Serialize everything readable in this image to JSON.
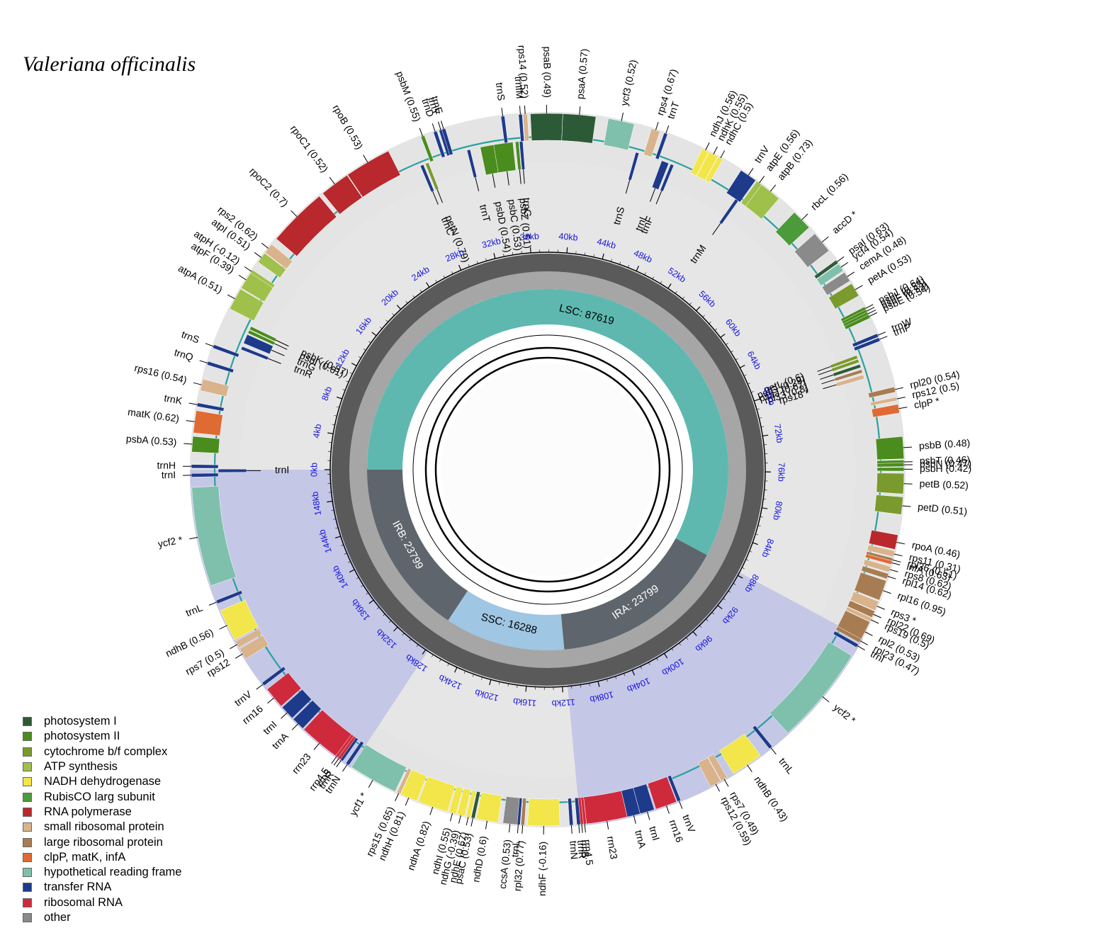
{
  "title": "Valeriana officinalis",
  "regions": {
    "lsc": {
      "label": "LSC: 87619",
      "start": 0,
      "length": 87619
    },
    "ira": {
      "label": "IRA: 23799",
      "start": 87619,
      "length": 23799
    },
    "ssc": {
      "label": "SSC: 16288",
      "start": 111418,
      "length": 16288
    },
    "irb": {
      "label": "IRB: 23799",
      "start": 127706,
      "length": 23799
    }
  },
  "genome_length": 151505,
  "ticks": [
    "0kb",
    "4kb",
    "8kb",
    "12kb",
    "16kb",
    "20kb",
    "24kb",
    "28kb",
    "32kb",
    "36kb",
    "40kb",
    "44kb",
    "48kb",
    "52kb",
    "56kb",
    "60kb",
    "64kb",
    "68kb",
    "72kb",
    "76kb",
    "80kb",
    "84kb",
    "88kb",
    "92kb",
    "96kb",
    "100kb",
    "104kb",
    "108kb",
    "112kb",
    "116kb",
    "120kb",
    "124kb",
    "128kb",
    "132kb",
    "136kb",
    "140kb",
    "144kb",
    "148kb"
  ],
  "colors": {
    "photosystem I": "#2d5a36",
    "photosystem II": "#4a8c1e",
    "cytochrome b/f complex": "#7a9a2e",
    "ATP synthesis": "#9fc04a",
    "NADH dehydrogenase": "#f2e64a",
    "RubisCO larg subunit": "#4c9a3a",
    "RNA polymerase": "#b8282c",
    "small ribosomal protein": "#d8b38c",
    "large ribosomal protein": "#a87c52",
    "clpP, matK, infA": "#e06a34",
    "hypothetical reading frame": "#7fc0ac",
    "transfer RNA": "#1e3a8a",
    "ribosomal RNA": "#cf2a3c",
    "other": "#8a8a8a"
  },
  "legend": [
    "photosystem I",
    "photosystem II",
    "cytochrome b/f complex",
    "ATP synthesis",
    "NADH dehydrogenase",
    "RubisCO larg subunit",
    "RNA polymerase",
    "small ribosomal protein",
    "large ribosomal protein",
    "clpP, matK, infA",
    "hypothetical reading frame",
    "transfer RNA",
    "ribosomal RNA",
    "other"
  ],
  "genes_outer": [
    {
      "label": "psbA (0.53)",
      "cat": "photosystem II",
      "pos": 1200,
      "len": 1060
    },
    {
      "label": "trnH",
      "cat": "transfer RNA",
      "pos": 100,
      "len": 75
    },
    {
      "label": "matK (0.62)",
      "cat": "clpP, matK, infA",
      "pos": 2500,
      "len": 1520
    },
    {
      "label": "trnK",
      "cat": "transfer RNA",
      "pos": 4300,
      "len": 80
    },
    {
      "label": "rps16 (0.54)",
      "cat": "small ribosomal protein",
      "pos": 5400,
      "len": 800
    },
    {
      "label": "trnQ",
      "cat": "transfer RNA",
      "pos": 7200,
      "len": 72
    },
    {
      "label": "trnS",
      "cat": "transfer RNA",
      "pos": 8400,
      "len": 88
    },
    {
      "label": "atpA (0.51)",
      "cat": "ATP synthesis",
      "pos": 11300,
      "len": 1520
    },
    {
      "label": "atpF (0.39)",
      "cat": "ATP synthesis",
      "pos": 12900,
      "len": 1300
    },
    {
      "label": "atpH (-0.12)",
      "cat": "ATP synthesis",
      "pos": 14100,
      "len": 250
    },
    {
      "label": "atpI (0.51)",
      "cat": "ATP synthesis",
      "pos": 15000,
      "len": 750
    },
    {
      "label": "rps2 (0.62)",
      "cat": "small ribosomal protein",
      "pos": 15800,
      "len": 710
    },
    {
      "label": "rpoC2 (0.7)",
      "cat": "RNA polymerase",
      "pos": 17000,
      "len": 4100
    },
    {
      "label": "rpoC1 (0.52)",
      "cat": "RNA polymerase",
      "pos": 21400,
      "len": 2050
    },
    {
      "label": "rpoB (0.53)",
      "cat": "RNA polymerase",
      "pos": 23500,
      "len": 3200
    },
    {
      "label": "psbM (0.55)",
      "cat": "photosystem II",
      "pos": 29100,
      "len": 105
    },
    {
      "label": "trnD",
      "cat": "transfer RNA",
      "pos": 30000,
      "len": 74
    },
    {
      "label": "trnY",
      "cat": "transfer RNA",
      "pos": 30400,
      "len": 84
    },
    {
      "label": "trnE",
      "cat": "transfer RNA",
      "pos": 30600,
      "len": 73
    },
    {
      "label": "trnS",
      "cat": "transfer RNA",
      "pos": 34700,
      "len": 90
    },
    {
      "label": "trnfM",
      "cat": "transfer RNA",
      "pos": 35900,
      "len": 74
    },
    {
      "label": "rps14 (0.52)",
      "cat": "small ribosomal protein",
      "pos": 36200,
      "len": 300
    },
    {
      "label": "psaB (0.49)",
      "cat": "photosystem I",
      "pos": 36700,
      "len": 2200
    },
    {
      "label": "psaA (0.57)",
      "cat": "photosystem I",
      "pos": 38900,
      "len": 2250
    },
    {
      "label": "ycf3 (0.52)",
      "cat": "hypothetical reading frame",
      "pos": 42000,
      "len": 1800
    },
    {
      "label": "rps4 (0.67)",
      "cat": "small ribosomal protein",
      "pos": 45000,
      "len": 600
    },
    {
      "label": "trnT",
      "cat": "transfer RNA",
      "pos": 45900,
      "len": 73
    },
    {
      "label": "ndhJ (0.56)",
      "cat": "NADH dehydrogenase",
      "pos": 48700,
      "len": 480
    },
    {
      "label": "ndhK (0.55)",
      "cat": "NADH dehydrogenase",
      "pos": 49200,
      "len": 680
    },
    {
      "label": "ndhC (0.5)",
      "cat": "NADH dehydrogenase",
      "pos": 49900,
      "len": 360
    },
    {
      "label": "trnV",
      "cat": "transfer RNA",
      "pos": 51700,
      "len": 1200
    },
    {
      "label": "atpE (0.56)",
      "cat": "ATP synthesis",
      "pos": 53000,
      "len": 400
    },
    {
      "label": "atpB (0.73)",
      "cat": "ATP synthesis",
      "pos": 53400,
      "len": 1500
    },
    {
      "label": "rbcL (0.56)",
      "cat": "RubisCO larg subunit",
      "pos": 56300,
      "len": 1430
    },
    {
      "label": "accD *",
      "cat": "other",
      "pos": 58300,
      "len": 1500
    },
    {
      "label": "psaI (0.63)",
      "cat": "photosystem I",
      "pos": 60600,
      "len": 110
    },
    {
      "label": "ycf4 (0.54)",
      "cat": "hypothetical reading frame",
      "pos": 60900,
      "len": 560
    },
    {
      "label": "cemA (0.48)",
      "cat": "other",
      "pos": 61600,
      "len": 690
    },
    {
      "label": "petA (0.53)",
      "cat": "cytochrome b/f complex",
      "pos": 62500,
      "len": 960
    },
    {
      "label": "psbJ (0.64)",
      "cat": "photosystem II",
      "pos": 64300,
      "len": 120
    },
    {
      "label": "psbL (0.55)",
      "cat": "photosystem II",
      "pos": 64500,
      "len": 120
    },
    {
      "label": "psbF (0.52)",
      "cat": "photosystem II",
      "pos": 64700,
      "len": 120
    },
    {
      "label": "psbE (0.54)",
      "cat": "photosystem II",
      "pos": 64900,
      "len": 250
    },
    {
      "label": "trnW",
      "cat": "transfer RNA",
      "pos": 66300,
      "len": 74
    },
    {
      "label": "trnP",
      "cat": "transfer RNA",
      "pos": 66600,
      "len": 74
    },
    {
      "label": "rpl20 (0.54)",
      "cat": "large ribosomal protein",
      "pos": 70100,
      "len": 360
    },
    {
      "label": "rps12 (0.5)",
      "cat": "small ribosomal protein",
      "pos": 70800,
      "len": 110
    },
    {
      "label": "clpP *",
      "cat": "clpP, matK, infA",
      "pos": 71300,
      "len": 600
    },
    {
      "label": "psbB (0.48)",
      "cat": "photosystem II",
      "pos": 73500,
      "len": 1520
    },
    {
      "label": "psbT (0.46)",
      "cat": "photosystem II",
      "pos": 75100,
      "len": 110
    },
    {
      "label": "psbN (0.47)",
      "cat": "photosystem II",
      "pos": 75300,
      "len": 130
    },
    {
      "label": "psbH (0.42)",
      "cat": "photosystem II",
      "pos": 75600,
      "len": 220
    },
    {
      "label": "petB (0.52)",
      "cat": "cytochrome b/f complex",
      "pos": 76000,
      "len": 1400
    },
    {
      "label": "petD (0.51)",
      "cat": "cytochrome b/f complex",
      "pos": 77600,
      "len": 1200
    },
    {
      "label": "rpoA (0.46)",
      "cat": "RNA polymerase",
      "pos": 80200,
      "len": 1000
    },
    {
      "label": "rps11 (0.31)",
      "cat": "small ribosomal protein",
      "pos": 81300,
      "len": 420
    },
    {
      "label": "rpl36 (0.51)",
      "cat": "large ribosomal protein",
      "pos": 81800,
      "len": 110
    },
    {
      "label": "infA (0.63)",
      "cat": "clpP, matK, infA",
      "pos": 82000,
      "len": 240
    },
    {
      "label": "rps8 (0.62)",
      "cat": "small ribosomal protein",
      "pos": 82400,
      "len": 400
    },
    {
      "label": "rpl14 (0.62)",
      "cat": "large ribosomal protein",
      "pos": 82900,
      "len": 370
    },
    {
      "label": "rpl16 (0.95)",
      "cat": "large ribosomal protein",
      "pos": 83400,
      "len": 1400
    },
    {
      "label": "rps3 *",
      "cat": "small ribosomal protein",
      "pos": 84900,
      "len": 660
    },
    {
      "label": "rpl22 (0.69)",
      "cat": "large ribosomal protein",
      "pos": 85600,
      "len": 470
    },
    {
      "label": "rps19 (0.5)",
      "cat": "small ribosomal protein",
      "pos": 86100,
      "len": 280
    },
    {
      "label": "rpl2 (0.53)",
      "cat": "large ribosomal protein",
      "pos": 86400,
      "len": 1500
    },
    {
      "label": "rpl23 (0.47)",
      "cat": "large ribosomal protein",
      "pos": 87700,
      "len": 280
    },
    {
      "label": "trnI",
      "cat": "transfer RNA",
      "pos": 88100,
      "len": 74
    },
    {
      "label": "ycf2 *",
      "cat": "hypothetical reading frame",
      "pos": 89000,
      "len": 6800
    },
    {
      "label": "trnL",
      "cat": "transfer RNA",
      "pos": 97200,
      "len": 81
    },
    {
      "label": "ndhB (0.43)",
      "cat": "NADH dehydrogenase",
      "pos": 98200,
      "len": 2200
    },
    {
      "label": "rps7 (0.49)",
      "cat": "small ribosomal protein",
      "pos": 100900,
      "len": 470
    },
    {
      "label": "rps12 (0.59)",
      "cat": "small ribosomal protein",
      "pos": 101400,
      "len": 800
    },
    {
      "label": "trnV",
      "cat": "transfer RNA",
      "pos": 104400,
      "len": 72
    },
    {
      "label": "rrn16",
      "cat": "ribosomal RNA",
      "pos": 104700,
      "len": 1490
    },
    {
      "label": "trnI",
      "cat": "transfer RNA",
      "pos": 106300,
      "len": 1000
    },
    {
      "label": "trnA",
      "cat": "transfer RNA",
      "pos": 107300,
      "len": 900
    },
    {
      "label": "rrn23",
      "cat": "ribosomal RNA",
      "pos": 108200,
      "len": 2800
    },
    {
      "label": "rrn4.5",
      "cat": "ribosomal RNA",
      "pos": 111000,
      "len": 103
    },
    {
      "label": "rrn5",
      "cat": "ribosomal RNA",
      "pos": 111200,
      "len": 121
    },
    {
      "label": "trnR",
      "cat": "transfer RNA",
      "pos": 111400,
      "len": 74
    },
    {
      "label": "trnN",
      "cat": "transfer RNA",
      "pos": 111900,
      "len": 72
    },
    {
      "label": "ndhF (-0.16)",
      "cat": "NADH dehydrogenase",
      "pos": 112800,
      "len": 2200
    },
    {
      "label": "rpl32 (0.77)",
      "cat": "large ribosomal protein",
      "pos": 115200,
      "len": 170
    },
    {
      "label": "trnL",
      "cat": "transfer RNA",
      "pos": 115500,
      "len": 80
    },
    {
      "label": "ccsA (0.53)",
      "cat": "other",
      "pos": 115700,
      "len": 970
    },
    {
      "label": "ndhD (0.6)",
      "cat": "NADH dehydrogenase",
      "pos": 117000,
      "len": 1500
    },
    {
      "label": "psaC (0.53)",
      "cat": "photosystem I",
      "pos": 118600,
      "len": 250
    },
    {
      "label": "ndhE (0.67)",
      "cat": "NADH dehydrogenase",
      "pos": 118900,
      "len": 300
    },
    {
      "label": "ndhG (-0.39)",
      "cat": "NADH dehydrogenase",
      "pos": 119300,
      "len": 530
    },
    {
      "label": "ndhI (0.55)",
      "cat": "NADH dehydrogenase",
      "pos": 119900,
      "len": 500
    },
    {
      "label": "ndhA (0.82)",
      "cat": "NADH dehydrogenase",
      "pos": 120500,
      "len": 2100
    },
    {
      "label": "ndhH (0.81)",
      "cat": "NADH dehydrogenase",
      "pos": 122700,
      "len": 1180
    },
    {
      "label": "rps15 (0.65)",
      "cat": "small ribosomal protein",
      "pos": 123900,
      "len": 270
    },
    {
      "label": "ycf1 *",
      "cat": "hypothetical reading frame",
      "pos": 124300,
      "len": 3400
    },
    {
      "label": "trnN",
      "cat": "transfer RNA",
      "pos": 127900,
      "len": 72
    },
    {
      "label": "trnR",
      "cat": "transfer RNA",
      "pos": 128400,
      "len": 74
    },
    {
      "label": "rrn5",
      "cat": "ribosomal RNA",
      "pos": 128600,
      "len": 121
    },
    {
      "label": "rrn4.5",
      "cat": "ribosomal RNA",
      "pos": 128800,
      "len": 103
    },
    {
      "label": "rrn23",
      "cat": "ribosomal RNA",
      "pos": 129000,
      "len": 2800
    },
    {
      "label": "trnA",
      "cat": "transfer RNA",
      "pos": 131900,
      "len": 900
    },
    {
      "label": "trnI",
      "cat": "transfer RNA",
      "pos": 132900,
      "len": 1000
    },
    {
      "label": "rrn16",
      "cat": "ribosomal RNA",
      "pos": 134000,
      "len": 1490
    },
    {
      "label": "trnV",
      "cat": "transfer RNA",
      "pos": 135800,
      "len": 72
    },
    {
      "label": "rps12",
      "cat": "small ribosomal protein",
      "pos": 138000,
      "len": 800
    },
    {
      "label": "rps7 (0.5)",
      "cat": "small ribosomal protein",
      "pos": 138900,
      "len": 470
    },
    {
      "label": "ndhB (0.56)",
      "cat": "NADH dehydrogenase",
      "pos": 139500,
      "len": 2200
    },
    {
      "label": "trnL",
      "cat": "transfer RNA",
      "pos": 142200,
      "len": 81
    },
    {
      "label": "ycf2 *",
      "cat": "hypothetical reading frame",
      "pos": 143500,
      "len": 6800
    },
    {
      "label": "trnI",
      "cat": "transfer RNA",
      "pos": 151000,
      "len": 74
    }
  ],
  "genes_inner": [
    {
      "label": "trnI",
      "cat": "transfer RNA",
      "pos": 151300,
      "len": 74
    },
    {
      "label": "trnR",
      "cat": "transfer RNA",
      "pos": 9000,
      "len": 74
    },
    {
      "label": "trnG",
      "cat": "transfer RNA",
      "pos": 9500,
      "len": 700
    },
    {
      "label": "psbI (0.61)",
      "cat": "photosystem II",
      "pos": 10300,
      "len": 110
    },
    {
      "label": "psbK (0.87)",
      "cat": "photosystem II",
      "pos": 10600,
      "len": 190
    },
    {
      "label": "trnC",
      "cat": "transfer RNA",
      "pos": 28300,
      "len": 81
    },
    {
      "label": "petN (0.79)",
      "cat": "cytochrome b/f complex",
      "pos": 28700,
      "len": 90
    },
    {
      "label": "trnT",
      "cat": "transfer RNA",
      "pos": 31900,
      "len": 72
    },
    {
      "label": "psbD (0.54)",
      "cat": "photosystem II",
      "pos": 32900,
      "len": 1060
    },
    {
      "label": "psbC (0.53)",
      "cat": "photosystem II",
      "pos": 33900,
      "len": 1420
    },
    {
      "label": "psbZ (0.51)",
      "cat": "photosystem II",
      "pos": 35500,
      "len": 190
    },
    {
      "label": "trnG",
      "cat": "transfer RNA",
      "pos": 35800,
      "len": 71
    },
    {
      "label": "trnS",
      "cat": "transfer RNA",
      "pos": 44400,
      "len": 87
    },
    {
      "label": "trnL",
      "cat": "transfer RNA",
      "pos": 46400,
      "len": 550
    },
    {
      "label": "trnF",
      "cat": "transfer RNA",
      "pos": 47100,
      "len": 73
    },
    {
      "label": "trnM",
      "cat": "transfer RNA",
      "pos": 52500,
      "len": 74
    },
    {
      "label": "petL (0.6)",
      "cat": "cytochrome b/f complex",
      "pos": 67200,
      "len": 100
    },
    {
      "label": "petG (0.29)",
      "cat": "cytochrome b/f complex",
      "pos": 67500,
      "len": 110
    },
    {
      "label": "psaJ (0.67)",
      "cat": "photosystem I",
      "pos": 67900,
      "len": 130
    },
    {
      "label": "rpl33 (0.8)",
      "cat": "large ribosomal protein",
      "pos": 68300,
      "len": 200
    },
    {
      "label": "rps18 *",
      "cat": "small ribosomal protein",
      "pos": 68700,
      "len": 310
    }
  ],
  "ir_labels": {
    "irb_arrow": "IRB",
    "ira": "IRA"
  }
}
